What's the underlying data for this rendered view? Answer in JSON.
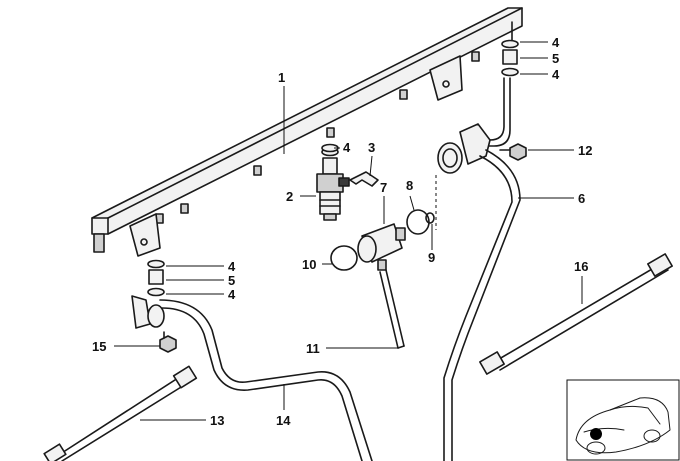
{
  "diagram": {
    "callouts": [
      {
        "id": "c1",
        "text": "1"
      },
      {
        "id": "c2",
        "text": "2"
      },
      {
        "id": "c3",
        "text": "3"
      },
      {
        "id": "c4a",
        "text": "4"
      },
      {
        "id": "c4b",
        "text": "4"
      },
      {
        "id": "c4c",
        "text": "4"
      },
      {
        "id": "c4d",
        "text": "4"
      },
      {
        "id": "c4e",
        "text": "4"
      },
      {
        "id": "c5a",
        "text": "5"
      },
      {
        "id": "c5b",
        "text": "5"
      },
      {
        "id": "c6",
        "text": "6"
      },
      {
        "id": "c7",
        "text": "7"
      },
      {
        "id": "c8",
        "text": "8"
      },
      {
        "id": "c9",
        "text": "9"
      },
      {
        "id": "c10",
        "text": "10"
      },
      {
        "id": "c11",
        "text": "11"
      },
      {
        "id": "c12",
        "text": "12"
      },
      {
        "id": "c13",
        "text": "13"
      },
      {
        "id": "c14",
        "text": "14"
      },
      {
        "id": "c15",
        "text": "15"
      },
      {
        "id": "c16",
        "text": "16"
      }
    ]
  }
}
